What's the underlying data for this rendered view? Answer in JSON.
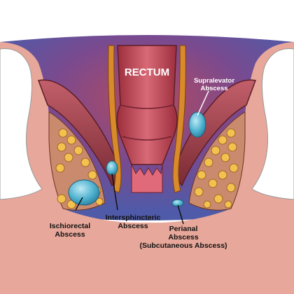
{
  "labels": {
    "rectum": "RECTUM",
    "supralevator": {
      "line1": "Supralevator",
      "line2": "Abscess"
    },
    "ischiorectal": {
      "line1": "Ischiorectal",
      "line2": "Abscess"
    },
    "intersphincteric": {
      "line1": "Intersphincteric",
      "line2": "Abscess"
    },
    "perianal": {
      "line1": "Perianal",
      "line2": "Abscess",
      "line3": "(Subcutaneous Abscess)"
    }
  },
  "colors": {
    "skin": "#e7a79a",
    "muscle": "#8f3540",
    "rectum_wall": "#c04a58",
    "sphincter": "#d98a2a",
    "fat": "#f3c14e",
    "abscess": "#4fb2cf",
    "bone": "#ffffff",
    "background_purple": "#6a4a9a"
  },
  "icons": [
    "fat-lobule-icon",
    "abscess-icon",
    "pointer-line-icon"
  ]
}
